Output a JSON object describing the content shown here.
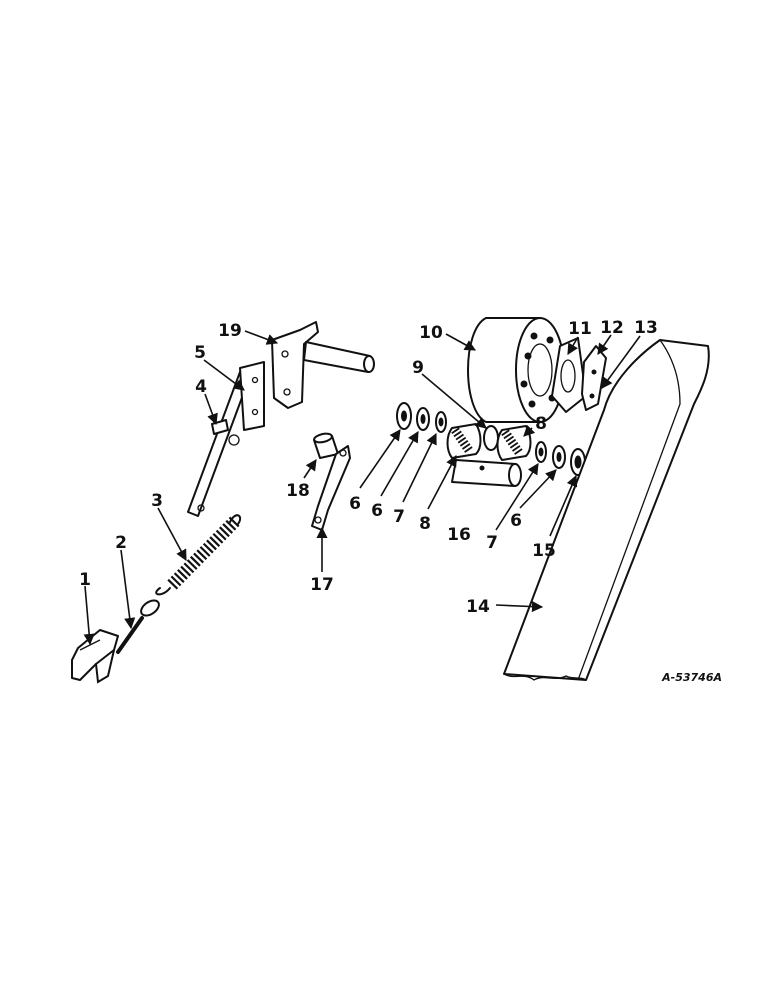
{
  "diagram": {
    "drawing_code": "A-53746A",
    "callouts": [
      "1",
      "2",
      "3",
      "4",
      "5",
      "19",
      "18",
      "17",
      "10",
      "9",
      "11",
      "12",
      "13",
      "8",
      "6",
      "6",
      "7",
      "8",
      "16",
      "7",
      "6",
      "15",
      "14"
    ]
  }
}
